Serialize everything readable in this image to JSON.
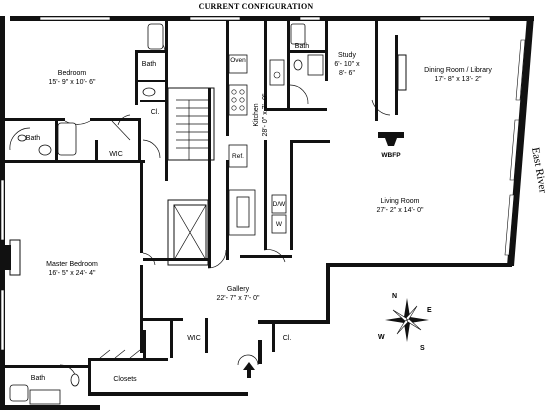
{
  "title": "CURRENT CONFIGURATION",
  "river_label": "East River",
  "rooms": {
    "bedroom": {
      "name": "Bedroom",
      "dims": "15'- 9\" x 10'- 6\""
    },
    "bath_top": {
      "name": "Bath"
    },
    "bath_left": {
      "name": "Bath"
    },
    "bath_study": {
      "name": "Bath"
    },
    "bath_bottom": {
      "name": "Bath"
    },
    "closet_bedroom": {
      "name": "Cl."
    },
    "closet_gallery": {
      "name": "Cl."
    },
    "wic_top": {
      "name": "WIC"
    },
    "wic_bottom": {
      "name": "WIC"
    },
    "study": {
      "name": "Study",
      "dims1": "6'- 10\" x",
      "dims2": "8'- 6\""
    },
    "dining": {
      "name": "Dining Room / Library",
      "dims": "17'- 8\" x 13'- 2\""
    },
    "kitchen": {
      "name": "Kitchen",
      "dims": "28'- 0\" x 7'- 0\""
    },
    "living": {
      "name": "Living Room",
      "dims": "27'- 2\" x 14'- 0\""
    },
    "master": {
      "name": "Master Bedroom",
      "dims": "16'- 5\" x 24'- 4\""
    },
    "gallery": {
      "name": "Gallery",
      "dims": "22'- 7\" x 7'- 0\""
    },
    "closets": {
      "name": "Closets"
    }
  },
  "fixtures": {
    "oven": "Oven",
    "refrigerator": "Ref.",
    "dishwasher": "D/W",
    "washer": "W",
    "fireplace": "WBFP"
  },
  "compass": {
    "n": "N",
    "s": "S",
    "e": "E",
    "w": "W"
  }
}
